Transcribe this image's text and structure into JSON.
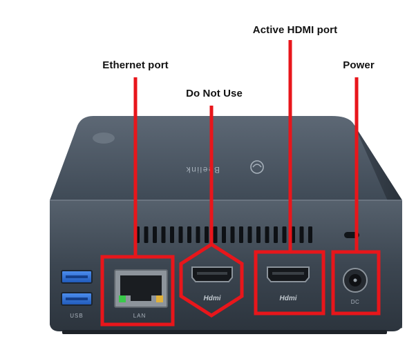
{
  "device": {
    "brand": "Beelink",
    "port_labels": {
      "usb": "USB",
      "lan": "LAN",
      "hdmi_left": "Hdmi",
      "hdmi_right": "Hdmi",
      "dc": "DC"
    }
  },
  "annotations": {
    "ethernet": "Ethernet port",
    "do_not_use": "Do Not Use",
    "active_hdmi": "Active HDMI port",
    "power": "Power"
  },
  "colors": {
    "annotation_red": "#e8161b",
    "chassis": "#4a5562",
    "usb_blue": "#2d6fd8",
    "page_bg": "#ffffff"
  }
}
